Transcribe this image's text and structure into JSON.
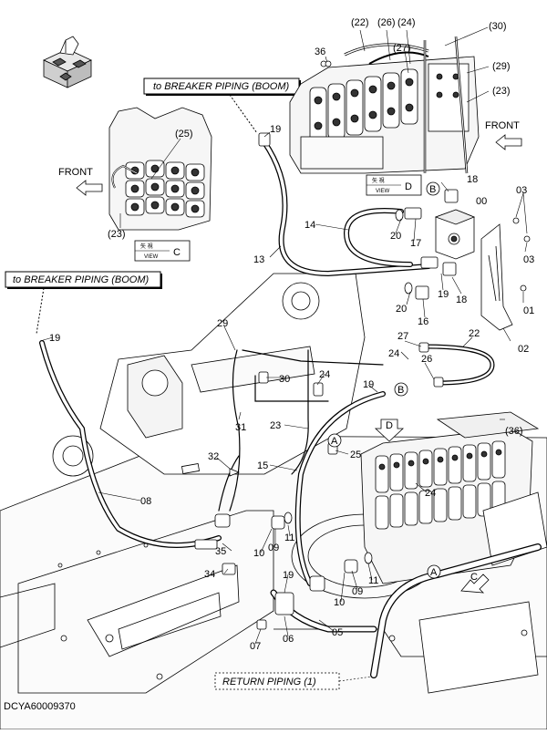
{
  "document_id": "DCYA60009370",
  "banners": {
    "breaker_top": "to BREAKER PIPING (BOOM)",
    "breaker_left": "to BREAKER PIPING (BOOM)",
    "return": "RETURN PIPING (1)"
  },
  "view_c": {
    "front_label": "FRONT",
    "kanji": "矢 視",
    "letter": "C",
    "view_word": "VIEW"
  },
  "view_d": {
    "front_label": "FRONT",
    "kanji": "矢 視",
    "letter": "D",
    "view_word": "VIEW"
  },
  "view_markers": [
    "A",
    "A",
    "B",
    "B",
    "C",
    "D"
  ],
  "callouts": [
    "(22)",
    "(26)",
    "(24)",
    "(30)",
    "(27)",
    "36",
    "(29)",
    "(23)",
    "(25)",
    "(23)",
    "19",
    "18",
    "00",
    "03",
    "14",
    "20",
    "17",
    "13",
    "03",
    "01",
    "19",
    "18",
    "20",
    "16",
    "02",
    "27",
    "22",
    "24",
    "26",
    "19",
    "29",
    "30",
    "24",
    "19",
    "23",
    "31",
    "25",
    "(36)",
    "32",
    "15",
    "08",
    "24",
    "09",
    "11",
    "35",
    "10",
    "34",
    "19",
    "09",
    "11",
    "10",
    "05",
    "07",
    "06"
  ]
}
